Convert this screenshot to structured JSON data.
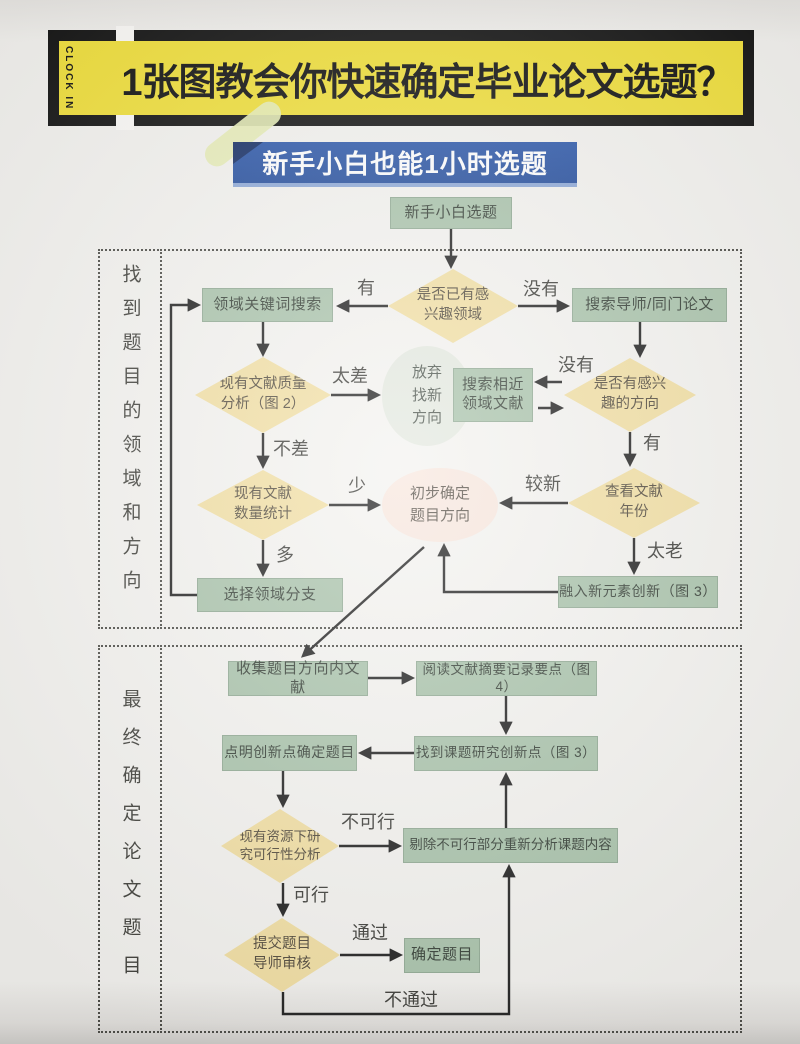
{
  "header": {
    "badge_vertical": "CLOCK IN",
    "title": "1张图教会你快速确定毕业论文选题？",
    "subtitle": "新手小白也能1小时选题"
  },
  "sections": {
    "top": {
      "label": "找到题目的领域和方向"
    },
    "bottom": {
      "label": "最终确定论文题目"
    }
  },
  "nodes": {
    "start": "新手小白选题",
    "keyword_search": "领域关键词搜索",
    "has_interest_field": "是否已有感\n兴趣领域",
    "advisor_search": "搜索导师/同门论文",
    "quality_check": "现有文献质量\n分析（图 2）",
    "give_up": "放弃\n找新\n方向",
    "nearby_search": "搜索相近\n领域文献",
    "has_interest_direction": "是否有感兴\n趣的方向",
    "quantity_check": "现有文献\n数量统计",
    "prelim_direction": "初步确定\n题目方向",
    "year_check": "查看文献\n年份",
    "choose_branch": "选择领域分支",
    "merge_innovation": "融入新元素创新（图 3）",
    "collect_literature": "收集题目方向内文献",
    "read_abstracts": "阅读文献摘要记录要点（图 4）",
    "find_innovation": "找到课题研究创新点（图 3）",
    "clarify_title": "点明创新点确定题目",
    "feasibility_check": "现有资源下研\n究可行性分析",
    "remove_infeasible": "剔除不可行部分重新分析课题内容",
    "submit_review": "提交题目\n导师审核",
    "confirm_title": "确定题目"
  },
  "edge_labels": {
    "yes1": "有",
    "no1": "没有",
    "too_bad": "太差",
    "not_bad": "不差",
    "no2": "没有",
    "yes2": "有",
    "newer": "较新",
    "few": "少",
    "many": "多",
    "too_old": "太老",
    "not_feasible": "不可行",
    "feasible": "可行",
    "pass": "通过",
    "fail": "不通过"
  },
  "colors": {
    "banner_black": "#141414",
    "banner_yellow": "#f1e03c",
    "subbanner_blue": "#2b55a6",
    "node_green": "#a9c3ab",
    "diamond_yellow": "#f2dfa3",
    "ellipse_gray": "#e4e9e0",
    "ellipse_pink": "#f8e7de",
    "arrow_black": "#1f1f1f"
  }
}
